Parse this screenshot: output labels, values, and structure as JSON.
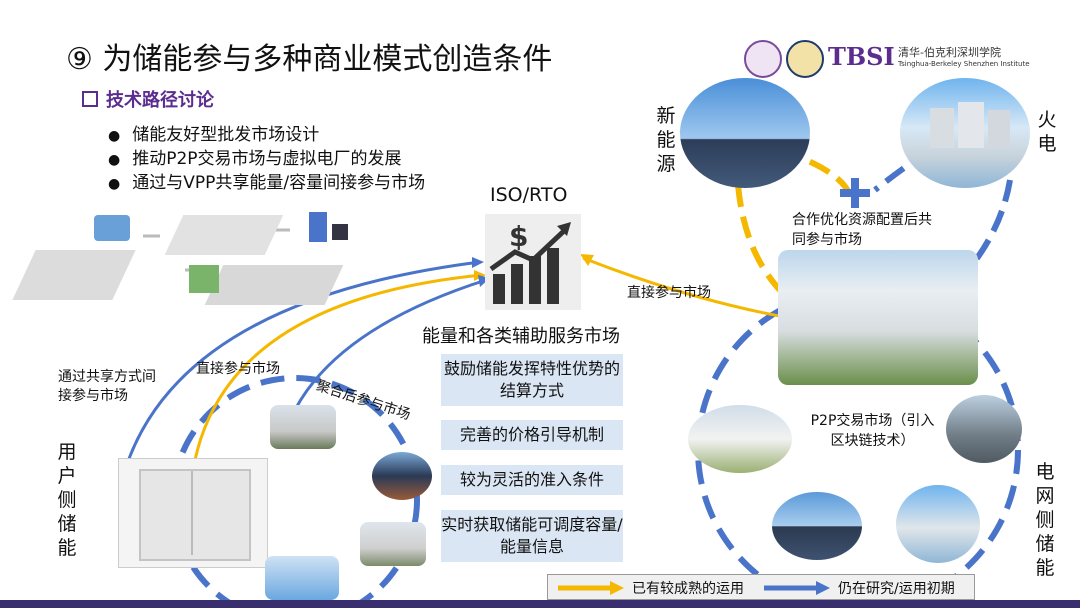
{
  "title": "⑨ 为储能参与多种商业模式创造条件",
  "subheading": "技术路径讨论",
  "bullets": [
    "储能友好型批发市场设计",
    "推动P2P交易市场与虚拟电厂的发展",
    "通过与VPP共享能量/容量间接参与市场"
  ],
  "logo": {
    "text": "TBSI",
    "cn": "清华-伯克利深圳学院",
    "en": "Tsinghua-Berkeley Shenzhen Institute"
  },
  "market": {
    "top_label": "ISO/RTO",
    "bottom_label": "能量和各类辅助服务市场"
  },
  "mechanisms": [
    "鼓励储能发挥特性优势的结算方式",
    "完善的价格引导机制",
    "较为灵活的准入条件",
    "实时获取储能可调度容量/能量信息"
  ],
  "labels": {
    "new_energy": "新能源",
    "thermal": "火电",
    "user_side": "用户侧储能",
    "grid_side": "电网侧储能",
    "coop": "合作优化资源配置后共同参与市场",
    "direct_right": "直接参与市场",
    "direct_left": "直接参与市场",
    "share": "通过共享方式间接参与市场",
    "aggregate": "聚合后参与市场",
    "p2p": "P2P交易市场（引入区块链技术）"
  },
  "legend": {
    "mature": "已有较成熟的运用",
    "research": "仍在研究/运用初期"
  },
  "colors": {
    "yellow": "#f5b800",
    "blue": "#4a74c9",
    "purple": "#5b2d8e",
    "mech_bg": "#dbe6f4"
  }
}
